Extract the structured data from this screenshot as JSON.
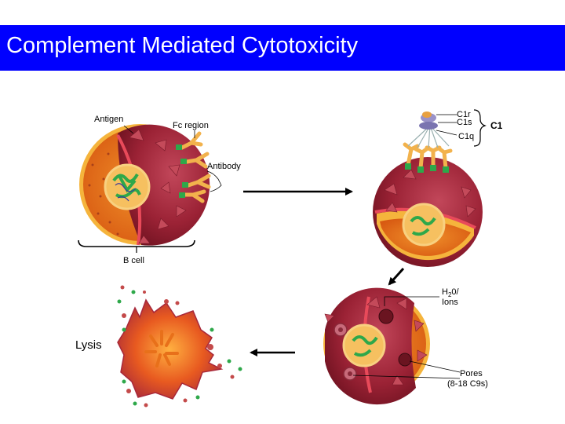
{
  "title": "Complement Mediated Cytotoxicity",
  "labels": {
    "antigen": "Antigen",
    "fc_region": "Fc region",
    "antibody": "Antibody",
    "b_cell": "B cell",
    "c1r": "C1r",
    "c1s": "C1s",
    "c1q": "C1q",
    "c1": "C1",
    "h2o_h": "H",
    "h2o_sub": "2",
    "h2o_rest": "0/",
    "ions": "Ions",
    "pores": "Pores",
    "pores_range": "(8-18 C9s)",
    "lysis": "Lysis"
  },
  "colors": {
    "title_bar": "#0000ff",
    "cell_membrane": "#8b1a2a",
    "cytoplasm": "#e8701a",
    "nucleus": "#f4b74a",
    "chromatin": "#2ea84a",
    "antibody": "#f2b24c",
    "arrow": "#000000"
  },
  "icons": {
    "process_arrow": "arrow-right-icon"
  }
}
